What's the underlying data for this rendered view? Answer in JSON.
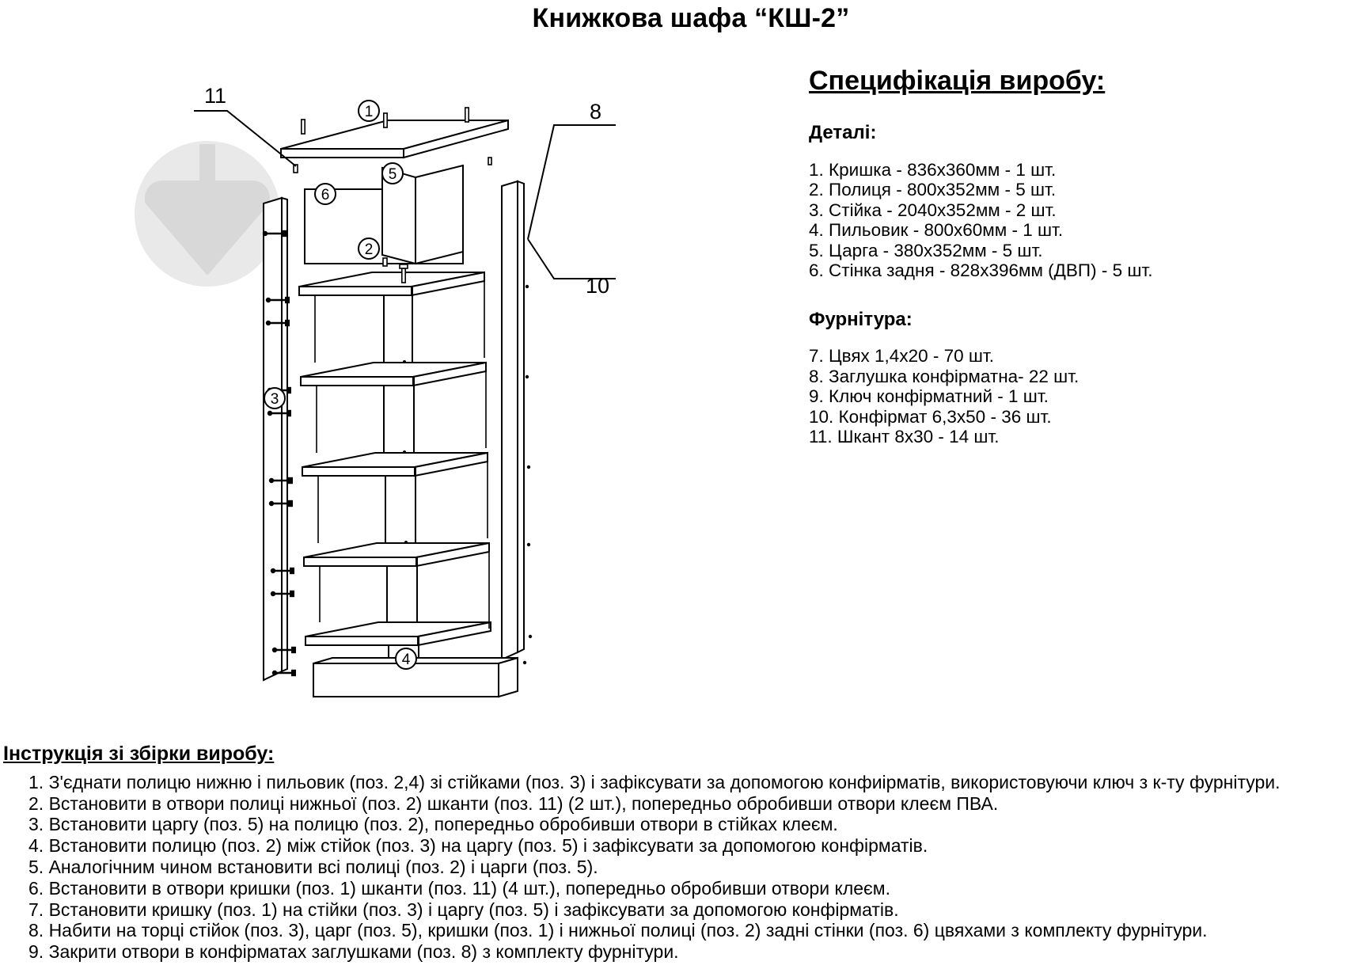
{
  "title": "Книжкова шафа “КШ-2”",
  "spec": {
    "heading": "Специфікація виробу:",
    "parts_heading": "Деталі:",
    "parts": [
      "1. Кришка - 836х360мм - 1 шт.",
      "2. Полиця - 800х352мм - 5 шт.",
      "3. Стійка - 2040х352мм - 2 шт.",
      "4. Пильовик - 800х60мм - 1 шт.",
      "5. Царга - 380х352мм - 5 шт.",
      "6. Стінка задня - 828х396мм (ДВП) - 5 шт."
    ],
    "hardware_heading": "Фурнітура:",
    "hardware": [
      "7. Цвях 1,4х20 - 70 шт.",
      "8. Заглушка конфірматна- 22 шт.",
      "9. Ключ конфірматний - 1 шт.",
      "10. Конфірмат 6,3х50 - 36 шт.",
      "11. Шкант 8х30 - 14 шт."
    ]
  },
  "instructions": {
    "heading": "Інструкція зі збірки виробу:",
    "steps": [
      "1. З'єднати полицю нижню і пильовик (поз. 2,4) зі стійками (поз. 3) і зафіксувати за допомогою конфиірматів, використовуючи ключ з к-ту фурнітури.",
      "2. Встановити в отвори полиці нижньої (поз. 2) шканти (поз. 11) (2 шт.), попередньо обробивши отвори клеєм ПВА.",
      "3. Встановити царгу (поз. 5) на полицю (поз. 2), попередньо обробивши отвори в стійках клеєм.",
      "4. Встановити полицю (поз. 2) між стійок (поз. 3) на царгу (поз. 5) і зафіксувати за допомогою конфірматів.",
      "5. Аналогічним чином встановити всі полиці (поз. 2) і царги (поз. 5).",
      "6. Встановити в отвори кришки (поз. 1) шканти (поз. 11) (4 шт.), попередньо обробивши отвори клеєм.",
      "7. Встановити кришку (поз. 1) на стійки (поз. 3) і царгу (поз. 5) і зафіксувати за допомогою конфірматів.",
      "8. Набити на торці стійок (поз. 3), царг (поз. 5), кришки (поз. 1) і нижньої полиці (поз. 2) задні стінки (поз. 6) цвяхами з комплекту фурнітури.",
      "9. Закрити отвори в конфірматах заглушками (поз. 8) з комплекту фурнітури."
    ]
  },
  "diagram": {
    "callouts": {
      "top_panel": "1",
      "shelf": "2",
      "side_panel": "3",
      "dust_rail": "4",
      "divider": "5",
      "back_wall": "6",
      "cap": "8",
      "confirmat": "10",
      "dowel": "11"
    },
    "line_color": "#000000",
    "watermark_color": "#e8e8e8"
  }
}
